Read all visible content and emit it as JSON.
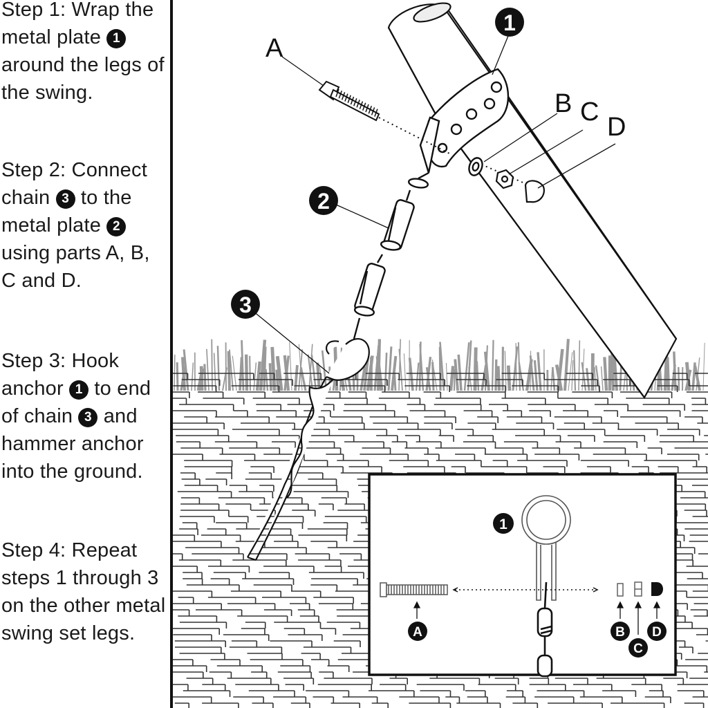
{
  "steps": [
    {
      "pre": "Step 1: Wrap the metal plate ",
      "badge": "1",
      "post": " around the legs of the swing."
    },
    {
      "pre": "Step 2: Connect chain ",
      "badge": "3",
      "mid": " to the metal plate ",
      "badge2": "2",
      "post": " using parts A, B, C and D."
    },
    {
      "pre": "Step 3: Hook anchor ",
      "badge": "1",
      "mid": " to end of chain ",
      "badge2": "3",
      "post": " and hammer anchor into the ground."
    },
    {
      "pre": "Step 4: Repeat steps 1 through 3 on the other metal swing set legs."
    }
  ],
  "diagram": {
    "callouts": [
      "1",
      "2",
      "3"
    ],
    "part_labels": [
      "A",
      "B",
      "C",
      "D"
    ],
    "inset": {
      "callout": "1",
      "part_labels": [
        "A",
        "B",
        "C",
        "D"
      ]
    }
  },
  "colors": {
    "ink": "#111111",
    "ground_line": "#333333",
    "grass": "#9a9a9a"
  }
}
